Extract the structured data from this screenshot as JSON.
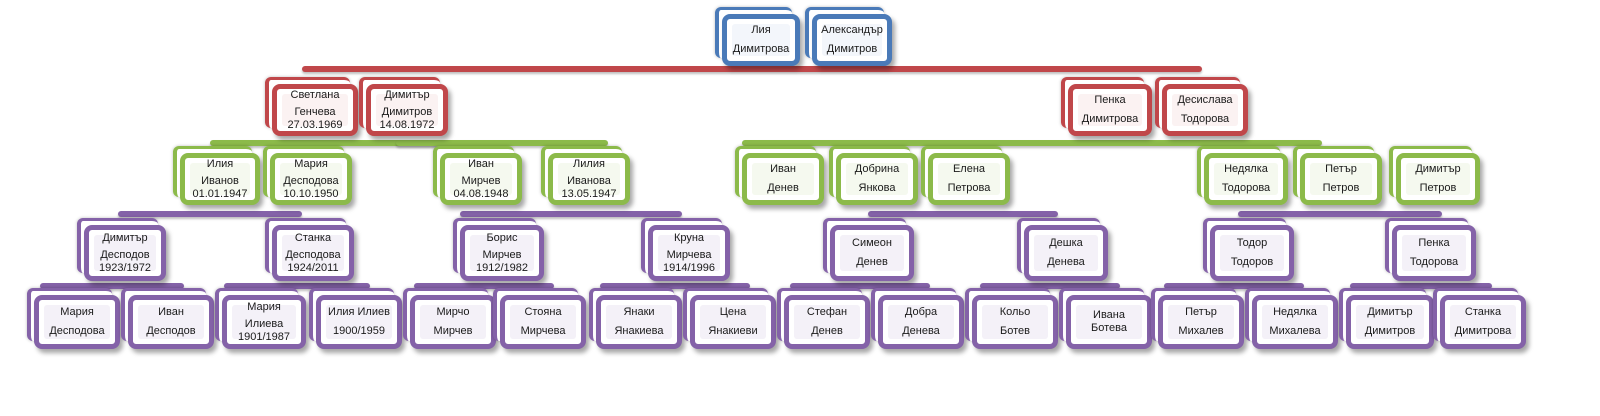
{
  "colors": {
    "gen0": "#4a7ab8",
    "gen1": "#c0474a",
    "gen2": "#8cba4a",
    "gen3": "#8462a8",
    "tint0": "#f3f6fb",
    "tint1": "#fbf2f2",
    "tint2": "#f5f9ef",
    "tint3": "#f4f1f8"
  },
  "nodes": [
    {
      "id": "lia",
      "lines": [
        "Лия",
        "Димитрова"
      ]
    },
    {
      "id": "aleksandar",
      "lines": [
        "Александър",
        "Димитров"
      ]
    },
    {
      "id": "svetlana",
      "lines": [
        "Светлана",
        "Генчева",
        "27.03.1969"
      ]
    },
    {
      "id": "dimitar1",
      "lines": [
        "Димитър",
        "Димитров",
        "14.08.1972"
      ]
    },
    {
      "id": "penka1",
      "lines": [
        "Пенка",
        "Димитрова"
      ]
    },
    {
      "id": "desislava",
      "lines": [
        "Десислава",
        "Тодорова"
      ]
    },
    {
      "id": "iliya1",
      "lines": [
        "Илия",
        "Иванов",
        "01.01.1947"
      ]
    },
    {
      "id": "mariya1",
      "lines": [
        "Мария",
        "Десподова",
        "10.10.1950"
      ]
    },
    {
      "id": "ivan1",
      "lines": [
        "Иван",
        "Мирчев",
        "04.08.1948"
      ]
    },
    {
      "id": "liliya",
      "lines": [
        "Лилия",
        "Иванова",
        "13.05.1947"
      ]
    },
    {
      "id": "ivan2",
      "lines": [
        "Иван",
        "Денев"
      ]
    },
    {
      "id": "dobrina",
      "lines": [
        "Добрина",
        "Янкова"
      ]
    },
    {
      "id": "elena",
      "lines": [
        "Елена",
        "Петрова"
      ]
    },
    {
      "id": "nedyalka1",
      "lines": [
        "Недялка",
        "Тодорова"
      ]
    },
    {
      "id": "petar1",
      "lines": [
        "Петър",
        "Петров"
      ]
    },
    {
      "id": "dimitar2",
      "lines": [
        "Димитър",
        "Петров"
      ]
    },
    {
      "id": "dimitar3",
      "lines": [
        "Димитър",
        "Десподов",
        "1923/1972"
      ]
    },
    {
      "id": "stanka1",
      "lines": [
        "Станка",
        "Десподова",
        "1924/2011"
      ]
    },
    {
      "id": "boris",
      "lines": [
        "Борис",
        "Мирчев",
        "1912/1982"
      ]
    },
    {
      "id": "kruna",
      "lines": [
        "Круна",
        "Мирчева",
        "1914/1996"
      ]
    },
    {
      "id": "simeon",
      "lines": [
        "Симеон",
        "Денев"
      ]
    },
    {
      "id": "deshka",
      "lines": [
        "Дешка",
        "Денева"
      ]
    },
    {
      "id": "todor",
      "lines": [
        "Тодор",
        "Тодоров"
      ]
    },
    {
      "id": "penka2",
      "lines": [
        "Пенка",
        "Тодорова"
      ]
    },
    {
      "id": "mariya2",
      "lines": [
        "Мария",
        "Десподова"
      ]
    },
    {
      "id": "ivan3",
      "lines": [
        "Иван",
        "Десподов"
      ]
    },
    {
      "id": "mariya3",
      "lines": [
        "Мария",
        "Илиева",
        "1901/1987"
      ]
    },
    {
      "id": "iliya2",
      "lines": [
        "Илия Илиев",
        "1900/1959"
      ]
    },
    {
      "id": "mircho",
      "lines": [
        "Мирчо",
        "Мирчев"
      ]
    },
    {
      "id": "stoyana",
      "lines": [
        "Стояна",
        "Мирчева"
      ]
    },
    {
      "id": "yanaki",
      "lines": [
        "Янаки",
        "Янакиева"
      ]
    },
    {
      "id": "tsena",
      "lines": [
        "Цена",
        "Янакиеви"
      ]
    },
    {
      "id": "stefan",
      "lines": [
        "Стефан",
        "Денев"
      ]
    },
    {
      "id": "dobra",
      "lines": [
        "Добра",
        "Денева"
      ]
    },
    {
      "id": "kolyo",
      "lines": [
        "Кольо",
        "Ботев"
      ]
    },
    {
      "id": "ivana",
      "lines": [
        "Ивана Ботева"
      ]
    },
    {
      "id": "petar2",
      "lines": [
        "Петър",
        "Михалев"
      ]
    },
    {
      "id": "nedyalka2",
      "lines": [
        "Недялка",
        "Михалева"
      ]
    },
    {
      "id": "dimitar4",
      "lines": [
        "Димитър",
        "Димитров"
      ]
    },
    {
      "id": "stanka2",
      "lines": [
        "Станка",
        "Димитрова"
      ]
    }
  ]
}
